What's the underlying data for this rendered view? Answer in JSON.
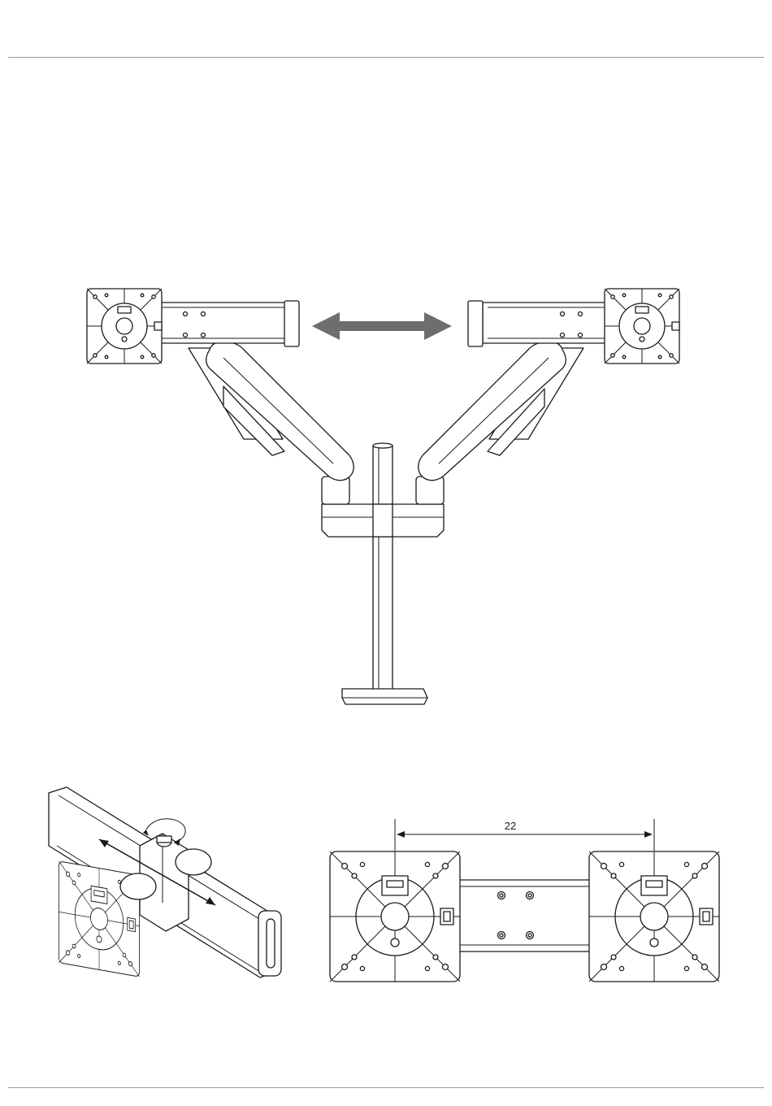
{
  "dimension_label": "22",
  "colors": {
    "line": "#1a1a1a",
    "arrow": "#6e6e6e",
    "rule": "#9a9a9a"
  },
  "figures": [
    {
      "name": "dual-monitor-arm-front-view"
    },
    {
      "name": "arm-bar-rotation-detail"
    },
    {
      "name": "vesa-plate-spacing-detail"
    }
  ]
}
